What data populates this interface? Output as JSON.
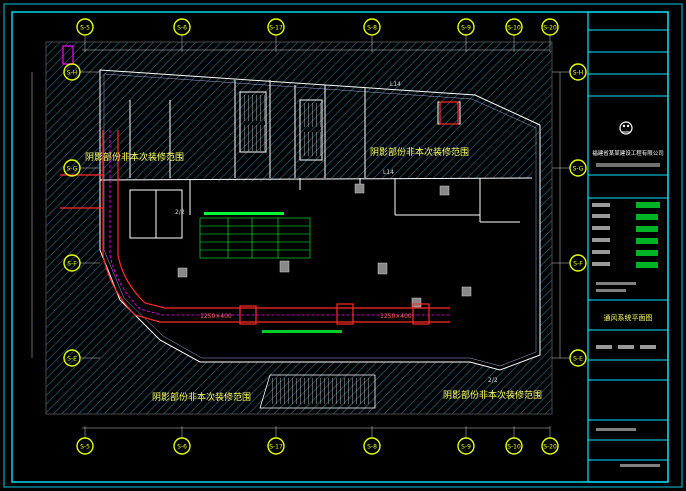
{
  "drawing": {
    "hatched_notes": [
      "阴影部份非本次装修范围",
      "阴影部份非本次装修范围",
      "阴影部份非本次装修范围",
      "阴影部份非本次装修范围"
    ],
    "grid_top": [
      "S-5",
      "S-6",
      "S-17",
      "S-8",
      "S-9",
      "S-10",
      "S-20"
    ],
    "grid_bottom": [
      "S-5",
      "S-6",
      "S-17",
      "S-8",
      "S-9",
      "S-10",
      "S-20"
    ],
    "grid_right": [
      "S-H",
      "S-G",
      "S-F",
      "S-E"
    ],
    "grid_left": [
      "S-H",
      "S-G",
      "S-F",
      "S-E"
    ],
    "duct_labels": [
      "1250×400",
      "1250×400"
    ],
    "small_labels": [
      "L14",
      "L14",
      "2/2",
      "2/2"
    ]
  },
  "title_block": {
    "project_title": "福建省某某建设工程有限公司",
    "drawing_name": "通风系统平面图"
  },
  "colors": {
    "frame": "#00e5ff",
    "hatch": "#1f6b8a",
    "wall": "#ffffff",
    "duct": "#ff2a2a",
    "grid_bubble": "#e8ff00",
    "text_yellow": "#ffff66",
    "legend_green": "#00ff33",
    "accent_magenta": "#ff00ff"
  }
}
